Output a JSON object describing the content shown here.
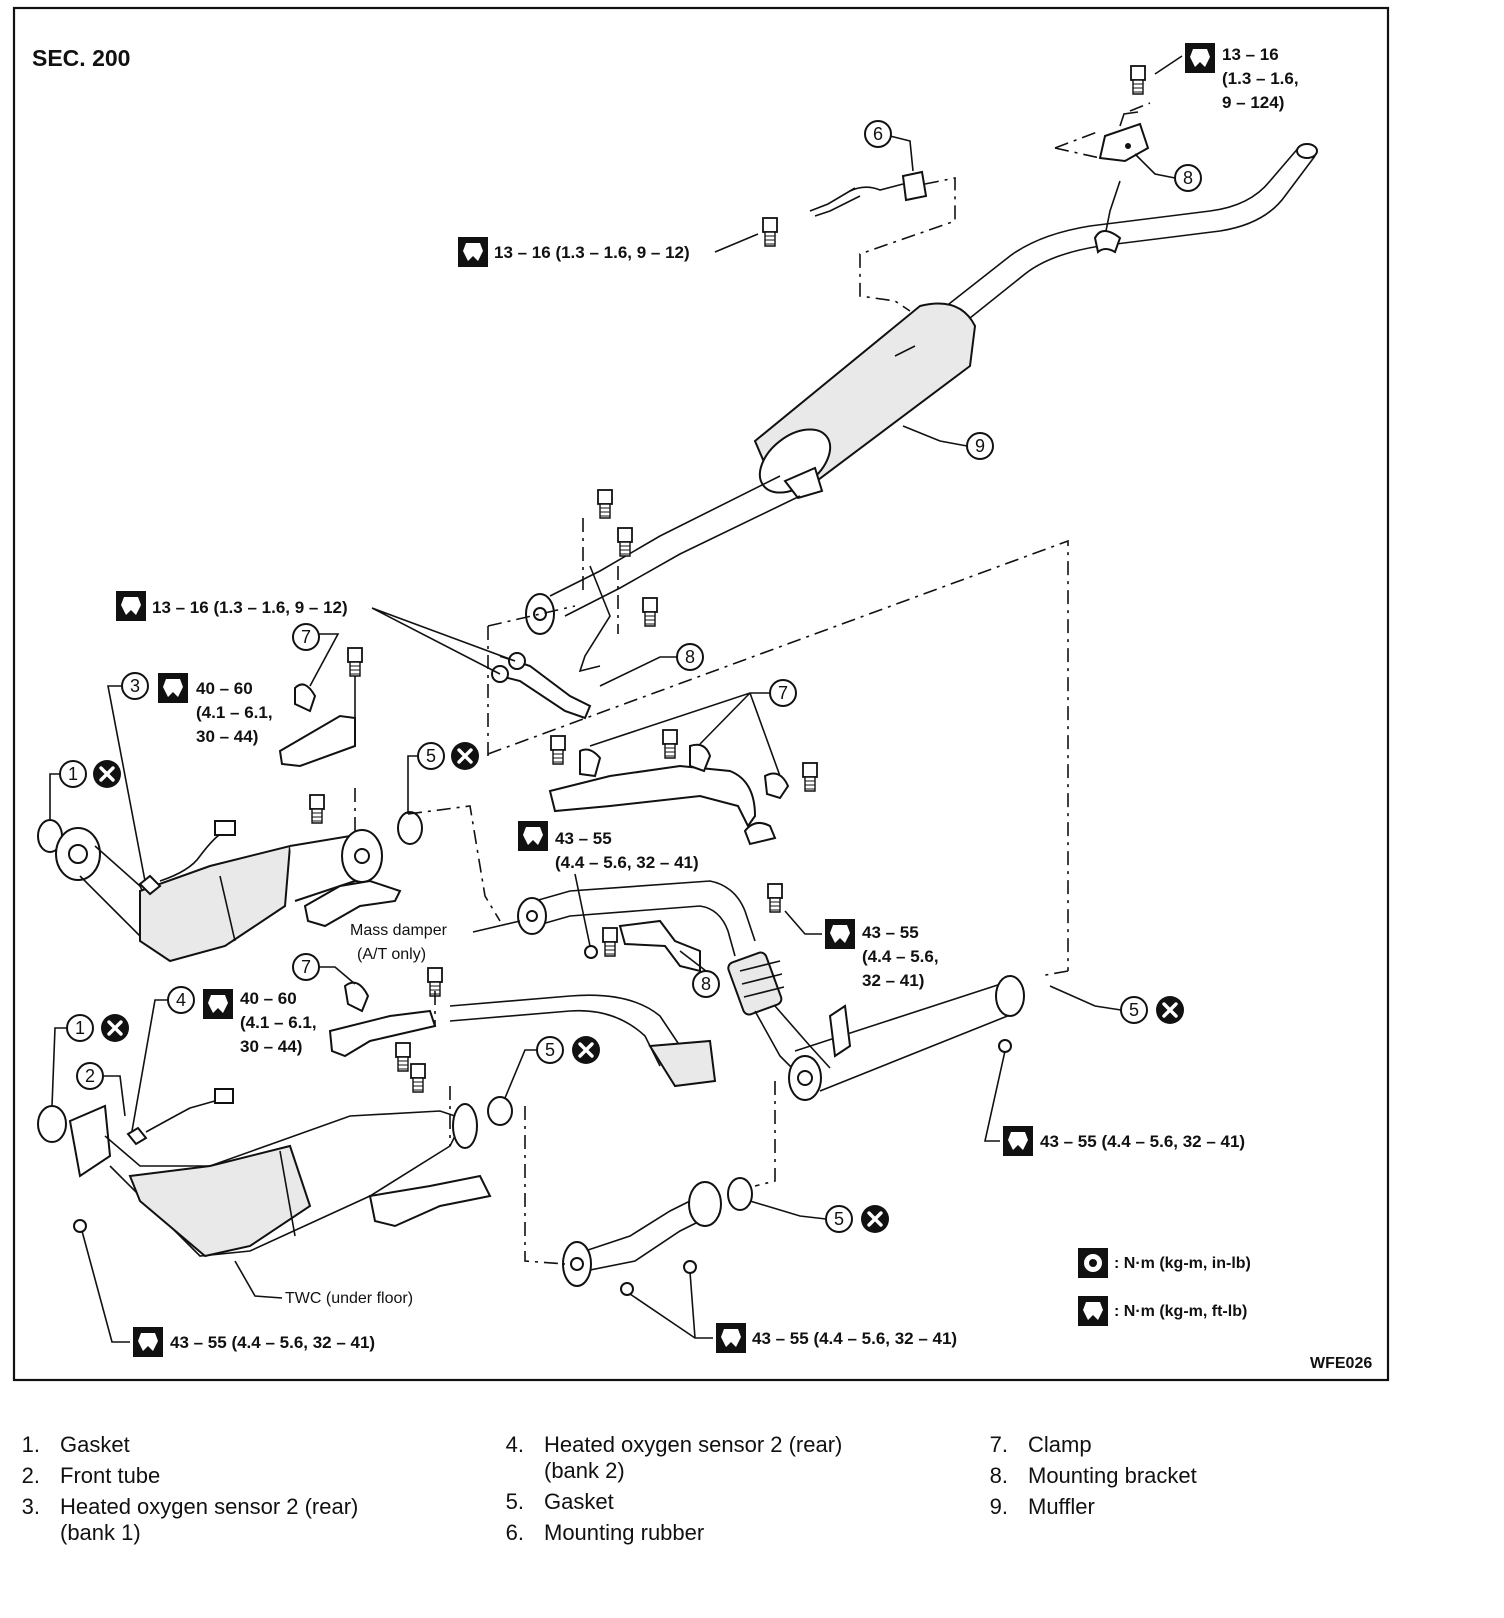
{
  "section": "SEC. 200",
  "figure_code": "WFE026",
  "torque_specs": {
    "top_bracket": [
      "13 – 16",
      "(1.3 – 1.6,",
      "9 – 124)"
    ],
    "sensor_tail": "13 – 16 (1.3 – 1.6, 9 – 12)",
    "mid_bracket": "13 – 16 (1.3 – 1.6, 9 – 12)",
    "sensor_bank1": [
      "40 – 60",
      "(4.1 – 6.1,",
      "30 – 44)"
    ],
    "sensor_bank2": [
      "40 – 60",
      "(4.1 – 6.1,",
      "30 – 44)"
    ],
    "center_nut": [
      "43 – 55",
      "(4.4 – 5.6, 32 – 41)"
    ],
    "flex_joint": [
      "43 – 55",
      "(4.4 – 5.6,",
      "32 – 41)"
    ],
    "right_flange": "43 – 55 (4.4 – 5.6, 32 – 41)",
    "bottom_left": "43 – 55 (4.4 – 5.6, 32 – 41)",
    "bottom_center": "43 – 55 (4.4 – 5.6, 32 – 41)"
  },
  "annotations": {
    "mass_damper": [
      "Mass damper",
      "(A/T only)"
    ],
    "twc": "TWC (under floor)"
  },
  "callouts": {
    "c1a": "1",
    "c1b": "1",
    "c2": "2",
    "c3": "3",
    "c4": "4",
    "c5a": "5",
    "c5b": "5",
    "c5c": "5",
    "c5d": "5",
    "c6": "6",
    "c7a": "7",
    "c7b": "7",
    "c7c": "7",
    "c8a": "8",
    "c8b": "8",
    "c8c": "8",
    "c9": "9"
  },
  "units_key": {
    "in_lb": ": N·m (kg-m, in-lb)",
    "ft_lb": ": N·m (kg-m, ft-lb)"
  },
  "parts": [
    {
      "num": "1.",
      "name": "Gasket"
    },
    {
      "num": "2.",
      "name": "Front tube"
    },
    {
      "num": "3.",
      "name": "Heated oxygen sensor 2 (rear) (bank 1)"
    },
    {
      "num": "4.",
      "name": "Heated oxygen sensor 2 (rear) (bank 2)"
    },
    {
      "num": "5.",
      "name": "Gasket"
    },
    {
      "num": "6.",
      "name": "Mounting rubber"
    },
    {
      "num": "7.",
      "name": "Clamp"
    },
    {
      "num": "8.",
      "name": "Mounting bracket"
    },
    {
      "num": "9.",
      "name": "Muffler"
    }
  ]
}
